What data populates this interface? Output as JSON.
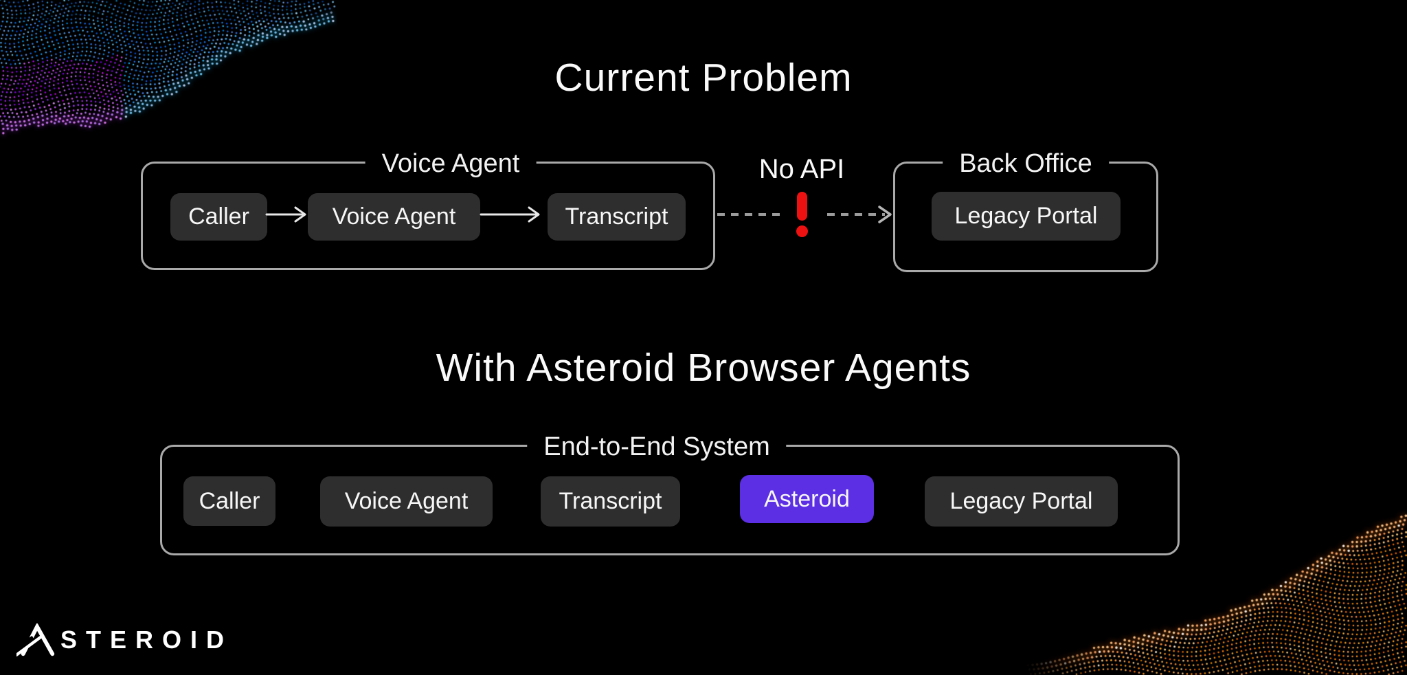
{
  "colors": {
    "background": "#000000",
    "box_bg": "#2e2e2e",
    "group_border": "#a9a9a9",
    "accent_purple": "#5c2fe4",
    "warning_red": "#ee1111",
    "arrow": "#e8e8e8",
    "dash_gray": "#9b9b9b",
    "wave_blue": "#19b8ff",
    "wave_purple": "#a44cff",
    "wave_orange": "#ff8c1a"
  },
  "icons": {
    "warning": "exclamation-mark",
    "connector": "dashed-arrow-right",
    "flow": "arrow-right",
    "logo_mark": "asteroid-a-swoosh"
  },
  "problem": {
    "title": "Current Problem",
    "voice_agent_group": {
      "label": "Voice Agent",
      "nodes": [
        {
          "label": "Caller"
        },
        {
          "label": "Voice Agent"
        },
        {
          "label": "Transcript"
        }
      ]
    },
    "connection": {
      "label": "No API"
    },
    "back_office_group": {
      "label": "Back Office",
      "nodes": [
        {
          "label": "Legacy Portal"
        }
      ]
    }
  },
  "solution": {
    "title": "With Asteroid Browser Agents",
    "system_group": {
      "label": "End-to-End System",
      "nodes": [
        {
          "label": "Caller",
          "highlighted": false
        },
        {
          "label": "Voice Agent",
          "highlighted": false
        },
        {
          "label": "Transcript",
          "highlighted": false
        },
        {
          "label": "Asteroid",
          "highlighted": true
        },
        {
          "label": "Legacy Portal",
          "highlighted": false
        }
      ]
    }
  },
  "footer": {
    "logo_text": "ASTEROID",
    "logo_rest": "STEROID"
  }
}
